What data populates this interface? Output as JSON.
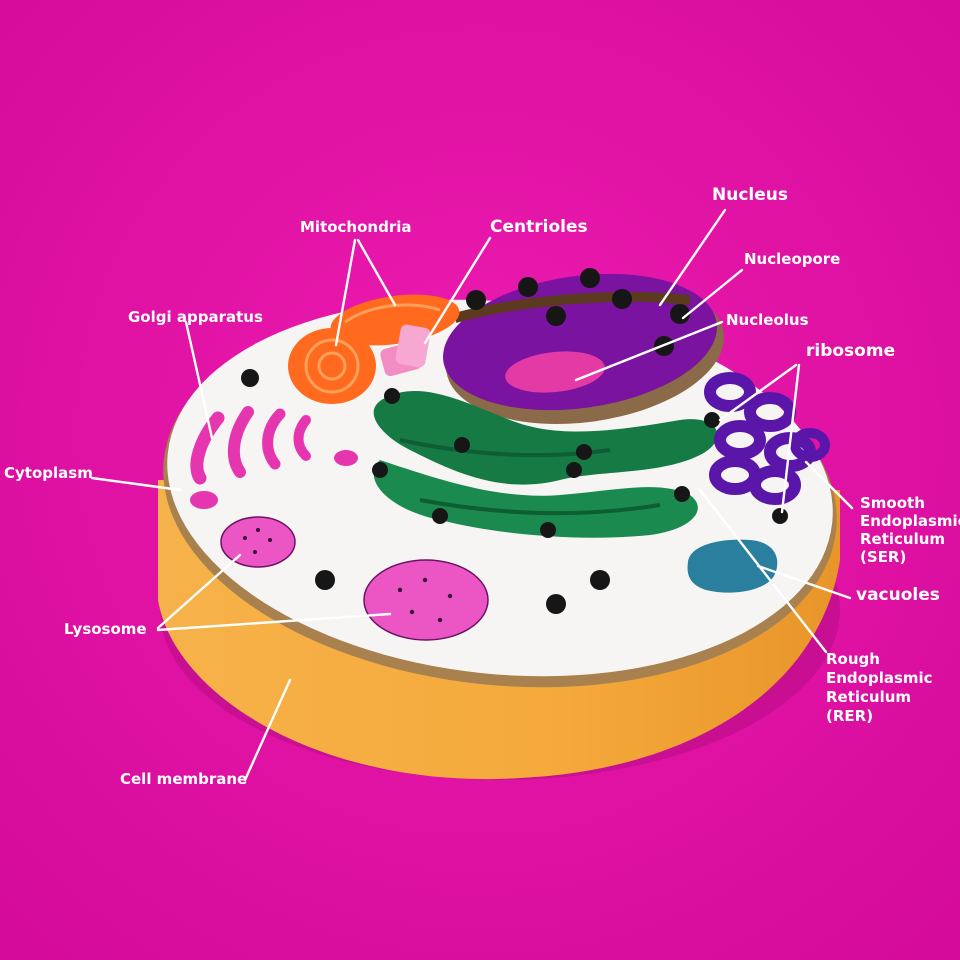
{
  "colors": {
    "background": "#e40fa6",
    "label": "#ffffff",
    "membrane": "#f5a93a",
    "cytoplasm": "#f7f5f4",
    "nucleus": "#7a139f",
    "nucleolus": "#e43aa6",
    "rough_er": "#157a44",
    "smooth_er": "#5a16a8",
    "mitochondria": "#ff6a1e",
    "golgi": "#e536b0",
    "lysosome": "#ec56c4",
    "vacuole": "#2a7f9f",
    "centrioles": "#f28cc2",
    "ribosome": "#141414"
  },
  "labels": {
    "nucleus": "Nucleus",
    "nucleopore": "Nucleopore",
    "nucleolus": "Nucleolus",
    "ribosome": "ribosome",
    "centrioles": "Centrioles",
    "mitochondria": "Mitochondria",
    "golgi": "Golgi apparatus",
    "cytoplasm": "Cytoplasm",
    "lysosome": "Lysosome",
    "cell_membrane": "Cell membrane",
    "ser": [
      "Smooth",
      "Endoplasmic",
      "Reticulum",
      "(SER)"
    ],
    "vacuoles": "vacuoles",
    "rer": [
      "Rough",
      "Endoplasmic",
      "Reticulum",
      "(RER)"
    ]
  }
}
